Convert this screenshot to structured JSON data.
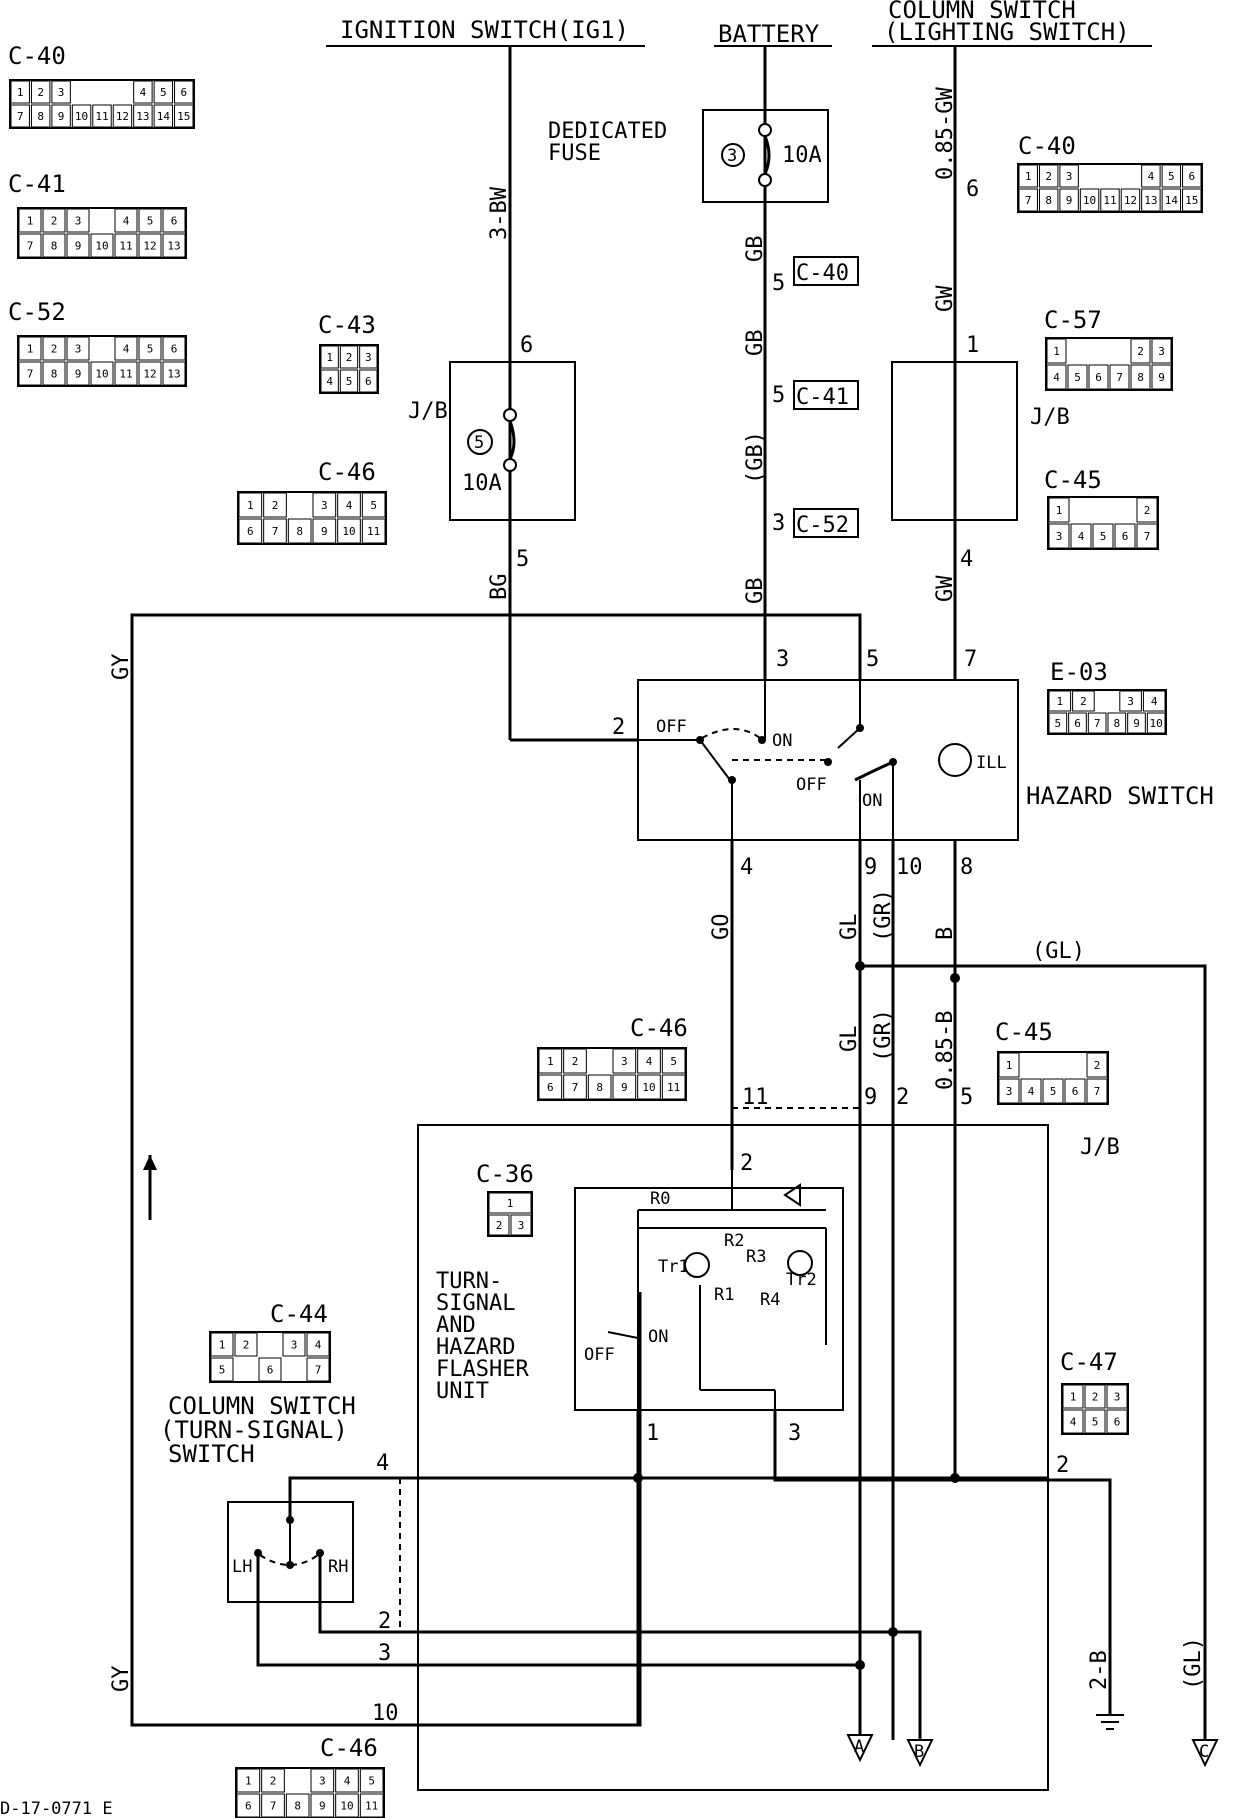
{
  "sources": {
    "ignition": "IGNITION SWITCH(IG1)",
    "battery": "BATTERY",
    "column_line1": "COLUMN SWITCH",
    "column_line2": "(LIGHTING SWITCH)"
  },
  "fuses": {
    "dedicated_line1": "DEDICATED",
    "dedicated_line2": "FUSE",
    "dedicated_no": "3",
    "dedicated_rating": "10A",
    "jb_no": "5",
    "jb_rating": "10A"
  },
  "blocks": {
    "jb": "J/B",
    "hazard_switch": "HAZARD SWITCH",
    "flasher_line1": "TURN-",
    "flasher_line2": "SIGNAL",
    "flasher_line3": "AND",
    "flasher_line4": "HAZARD",
    "flasher_line5": "FLASHER",
    "flasher_line6": "UNIT",
    "colsw_line1": "COLUMN SWITCH",
    "colsw_line2": "(TURN-SIGNAL)",
    "colsw_line3": "SWITCH"
  },
  "wires": {
    "bw": "3-BW",
    "bg": "BG",
    "gb1": "GB",
    "gb2": "GB",
    "gb3": "(GB)",
    "gb4": "GB",
    "gw085": "0.85-GW",
    "gw1": "GW",
    "gw2": "GW",
    "gy1": "GY",
    "gy2": "GY",
    "go": "GO",
    "gl1": "GL",
    "gr1": "(GR)",
    "b": "B",
    "gl_h": "(GL)",
    "gl2": "GL",
    "gr2": "(GR)",
    "b085": "0.85-B",
    "b2": "2-B",
    "gl3": "(GL)"
  },
  "pins": {
    "p6_ig": "6",
    "p5_ig": "5",
    "p5_c40": "5",
    "p5_c41": "5",
    "p3_c52": "3",
    "p6_col": "6",
    "p1_col": "1",
    "p4_col": "4",
    "hz3": "3",
    "hz5": "5",
    "hz7": "7",
    "hz2": "2",
    "hz4": "4",
    "hz9": "9",
    "hz10": "10",
    "hz8": "8",
    "jb11": "11",
    "jb9": "9",
    "jb2": "2",
    "jb5": "5",
    "fl2": "2",
    "fl1": "1",
    "fl3": "3",
    "c47_2": "2",
    "cs4": "4",
    "cs2": "2",
    "cs3": "3",
    "cs10": "10"
  },
  "switch_labels": {
    "off1": "OFF",
    "on1": "ON",
    "off2": "OFF",
    "on2": "ON",
    "ill": "ILL",
    "lh": "LH",
    "rh": "RH",
    "fl_off": "OFF",
    "fl_on": "ON"
  },
  "components": {
    "r0": "R0",
    "r1": "R1",
    "r2": "R2",
    "r3": "R3",
    "r4": "R4",
    "tr1": "Tr1",
    "tr2": "Tr2"
  },
  "grounds": {
    "a": "A",
    "b": "B",
    "c": "C"
  },
  "connectors": {
    "c40_left": "C-40",
    "c41": "C-41",
    "c52": "C-52",
    "c43": "C-43",
    "c46_top": "C-46",
    "c40_inline": "C-40",
    "c41_inline": "C-41",
    "c52_inline": "C-52",
    "c40_right": "C-40",
    "c57": "C-57",
    "c45_top": "C-45",
    "e03": "E-03",
    "c46_mid": "C-46",
    "c45_mid": "C-45",
    "c36": "C-36",
    "c44": "C-44",
    "c47": "C-47",
    "c46_bottom": "C-46"
  },
  "pin_tables": {
    "c40": [
      [
        "1",
        "2",
        "3",
        "",
        "",
        "",
        "4",
        "5",
        "6"
      ],
      [
        "7",
        "8",
        "9",
        "10",
        "11",
        "12",
        "13",
        "14",
        "15"
      ]
    ],
    "c41": [
      [
        "1",
        "2",
        "3",
        "",
        "4",
        "5",
        "6"
      ],
      [
        "7",
        "8",
        "9",
        "10",
        "11",
        "12",
        "13"
      ]
    ],
    "c43": [
      [
        "1",
        "2",
        "3"
      ],
      [
        "4",
        "5",
        "6"
      ]
    ],
    "c46": [
      [
        "1",
        "2",
        "",
        "3",
        "4",
        "5"
      ],
      [
        "6",
        "7",
        "8",
        "9",
        "10",
        "11"
      ]
    ],
    "c57": [
      [
        "1",
        "",
        "",
        "",
        "2",
        "3"
      ],
      [
        "4",
        "5",
        "6",
        "7",
        "8",
        "9"
      ]
    ],
    "c45": [
      [
        "1",
        "",
        "",
        "",
        "2"
      ],
      [
        "3",
        "4",
        "5",
        "6",
        "7"
      ]
    ],
    "e03": [
      [
        "1",
        "2",
        "",
        "3",
        "4"
      ],
      [
        "5",
        "6",
        "7",
        "8",
        "9",
        "10"
      ]
    ],
    "c36": [
      [
        "1"
      ],
      [
        "2",
        "3"
      ]
    ],
    "c44": [
      [
        "1",
        "2",
        "",
        "3",
        "4"
      ],
      [
        "5",
        "",
        "6",
        "",
        "7"
      ]
    ],
    "c47": [
      [
        "1",
        "2",
        "3"
      ],
      [
        "4",
        "5",
        "6"
      ]
    ]
  },
  "footer_code": "D-17-0771 E"
}
